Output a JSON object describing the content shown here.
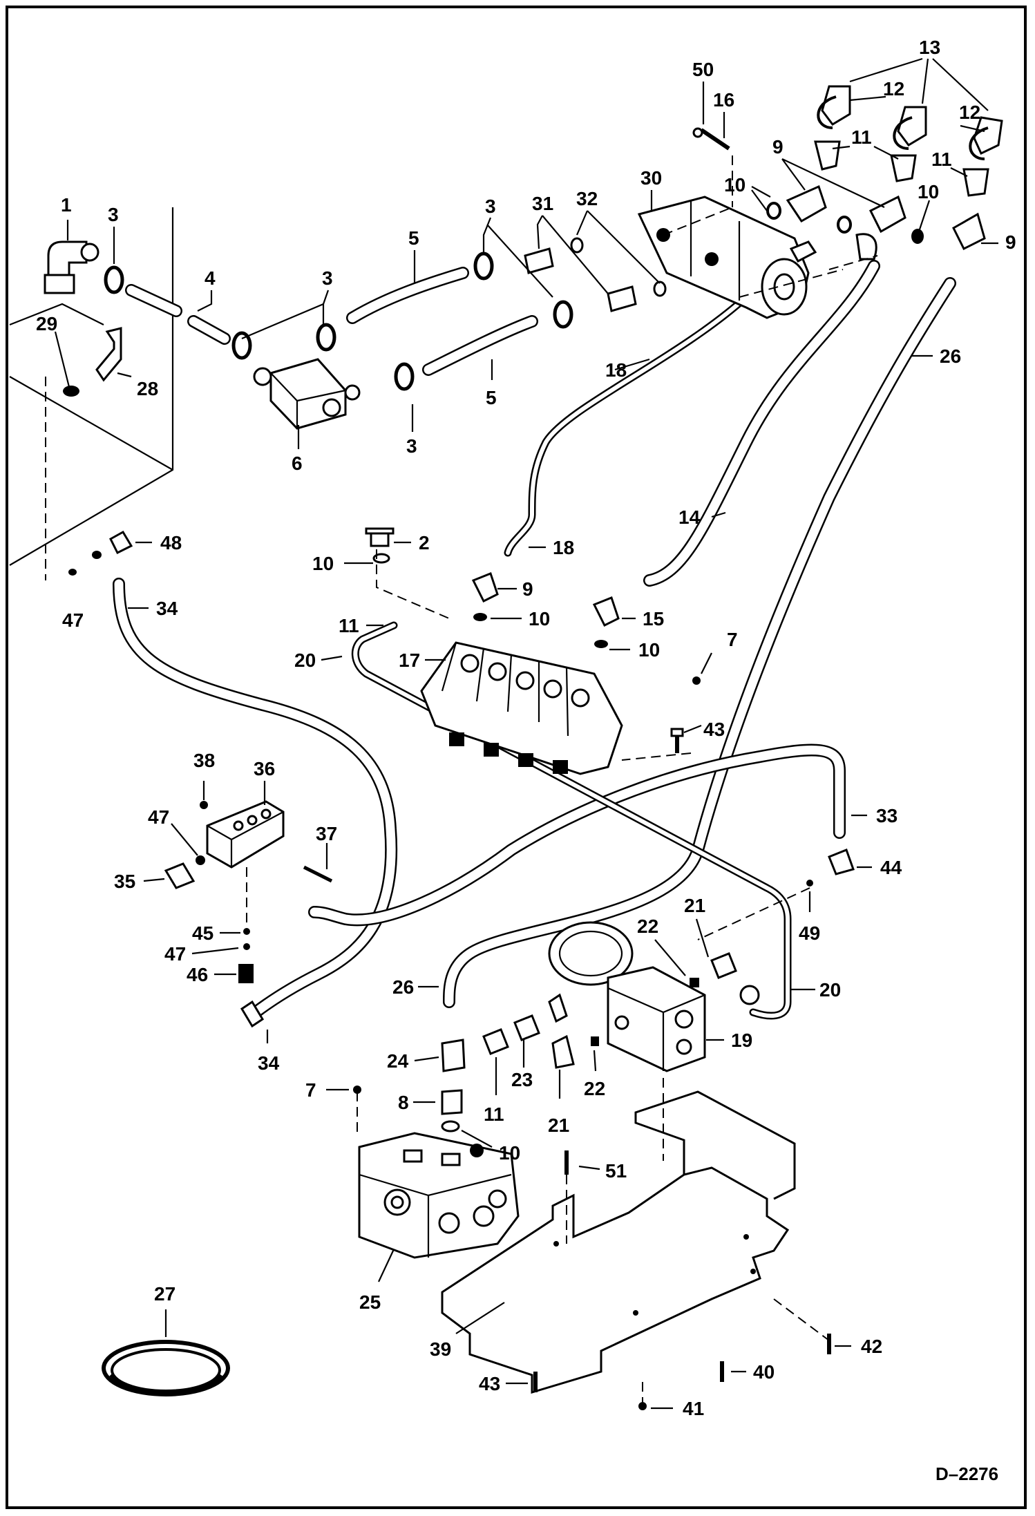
{
  "drawing": {
    "id": "D–2276",
    "type": "exploded parts diagram"
  },
  "callouts": [
    {
      "id": "c1",
      "label": "1"
    },
    {
      "id": "c3a",
      "label": "3"
    },
    {
      "id": "c4",
      "label": "4"
    },
    {
      "id": "c3b",
      "label": "3"
    },
    {
      "id": "c5a",
      "label": "5"
    },
    {
      "id": "c3c",
      "label": "3"
    },
    {
      "id": "c31",
      "label": "31"
    },
    {
      "id": "c32",
      "label": "32"
    },
    {
      "id": "c30",
      "label": "30"
    },
    {
      "id": "c50",
      "label": "50"
    },
    {
      "id": "c16",
      "label": "16"
    },
    {
      "id": "c13",
      "label": "13"
    },
    {
      "id": "c12a",
      "label": "12"
    },
    {
      "id": "c12b",
      "label": "12"
    },
    {
      "id": "c11a",
      "label": "11"
    },
    {
      "id": "c11b",
      "label": "11"
    },
    {
      "id": "c9a",
      "label": "9"
    },
    {
      "id": "c10a",
      "label": "10"
    },
    {
      "id": "c10b",
      "label": "10"
    },
    {
      "id": "c9b",
      "label": "9"
    },
    {
      "id": "c29",
      "label": "29"
    },
    {
      "id": "c28",
      "label": "28"
    },
    {
      "id": "c6",
      "label": "6"
    },
    {
      "id": "c3d",
      "label": "3"
    },
    {
      "id": "c5b",
      "label": "5"
    },
    {
      "id": "c18a",
      "label": "18"
    },
    {
      "id": "c26a",
      "label": "26"
    },
    {
      "id": "c14",
      "label": "14"
    },
    {
      "id": "c2",
      "label": "2"
    },
    {
      "id": "c10c",
      "label": "10"
    },
    {
      "id": "c18b",
      "label": "18"
    },
    {
      "id": "c48",
      "label": "48"
    },
    {
      "id": "c9c",
      "label": "9"
    },
    {
      "id": "c34a",
      "label": "34"
    },
    {
      "id": "c47a",
      "label": "47"
    },
    {
      "id": "c11c",
      "label": "11"
    },
    {
      "id": "c10d",
      "label": "10"
    },
    {
      "id": "c15",
      "label": "15"
    },
    {
      "id": "c20a",
      "label": "20"
    },
    {
      "id": "c17",
      "label": "17"
    },
    {
      "id": "c10e",
      "label": "10"
    },
    {
      "id": "c7a",
      "label": "7"
    },
    {
      "id": "c43a",
      "label": "43"
    },
    {
      "id": "c38",
      "label": "38"
    },
    {
      "id": "c36",
      "label": "36"
    },
    {
      "id": "c47b",
      "label": "47"
    },
    {
      "id": "c37",
      "label": "37"
    },
    {
      "id": "c35",
      "label": "35"
    },
    {
      "id": "c33",
      "label": "33"
    },
    {
      "id": "c44",
      "label": "44"
    },
    {
      "id": "c45",
      "label": "45"
    },
    {
      "id": "c47c",
      "label": "47"
    },
    {
      "id": "c46",
      "label": "46"
    },
    {
      "id": "c49",
      "label": "49"
    },
    {
      "id": "c21a",
      "label": "21"
    },
    {
      "id": "c22a",
      "label": "22"
    },
    {
      "id": "c26b",
      "label": "26"
    },
    {
      "id": "c20b",
      "label": "20"
    },
    {
      "id": "c34b",
      "label": "34"
    },
    {
      "id": "c19",
      "label": "19"
    },
    {
      "id": "c24",
      "label": "24"
    },
    {
      "id": "c11d",
      "label": "11"
    },
    {
      "id": "c23",
      "label": "23"
    },
    {
      "id": "c22b",
      "label": "22"
    },
    {
      "id": "c7b",
      "label": "7"
    },
    {
      "id": "c8",
      "label": "8"
    },
    {
      "id": "c21b",
      "label": "21"
    },
    {
      "id": "c10f",
      "label": "10"
    },
    {
      "id": "c51",
      "label": "51"
    },
    {
      "id": "c27",
      "label": "27"
    },
    {
      "id": "c25",
      "label": "25"
    },
    {
      "id": "c39",
      "label": "39"
    },
    {
      "id": "c42",
      "label": "42"
    },
    {
      "id": "c40",
      "label": "40"
    },
    {
      "id": "c43b",
      "label": "43"
    },
    {
      "id": "c41",
      "label": "41"
    }
  ]
}
